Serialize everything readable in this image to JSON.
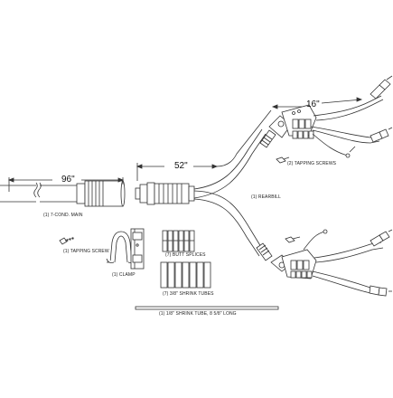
{
  "dimensions": {
    "main_length": "96\"",
    "center_length": "52\"",
    "branch_length": "16\""
  },
  "labels": {
    "main_cable": "(1) 7-COND. MAIN",
    "tapping_screw_single": "(1) TAPPING SCREW",
    "clamp": "(1) CLAMP",
    "butt_splices": "(7) BUTT SPLICES",
    "shrink_tubes": "(7) 3/8\" SHRINK TUBES",
    "long_shrink_tube": "(1) 1/8\" SHRINK TUBE, 8 5/8\" LONG",
    "rearbill": "(1) REARBILL",
    "tapping_screws_pair": "(2) TAPPING SCREWS"
  },
  "colors": {
    "line": "#333333",
    "fill": "#ffffff",
    "shade": "#bbbbbb"
  }
}
